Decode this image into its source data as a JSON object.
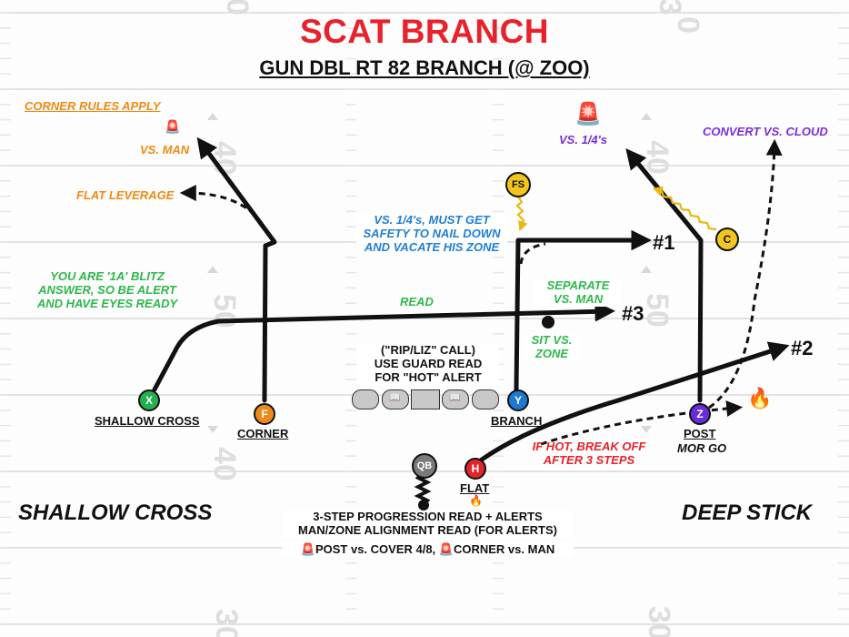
{
  "title": "SCAT BRANCH",
  "subtitle": "GUN DBL RT 82 BRANCH (@ ZOO)",
  "yard_numbers": [
    "0",
    "3",
    "0",
    "40",
    "50",
    "50",
    "40",
    "40",
    "30",
    "30"
  ],
  "alert_icon": "siren-emoji",
  "fire_icon": "fire-emoji",
  "annotations": {
    "corner_rules": "CORNER RULES APPLY",
    "vs_man_left": "VS. MAN",
    "flat_leverage": "FLAT LEVERAGE",
    "blitz_answer": "YOU ARE '1A' BLITZ\nANSWER, SO BE ALERT\nAND HAVE EYES READY",
    "read": "READ",
    "safety_note": "VS. 1/4's, MUST GET\nSAFETY TO NAIL DOWN\nAND VACATE HIS ZONE",
    "vs_quarters": "VS. 1/4's",
    "convert_cloud": "CONVERT VS. CLOUD",
    "separate_man": "SEPARATE\nVS. MAN",
    "sit_zone": "SIT VS.\nZONE",
    "guard_read": "(\"RIP/LIZ\" CALL)\nUSE GUARD READ\nFOR \"HOT\" ALERT",
    "hot_break": "IF HOT, BREAK OFF\nAFTER 3 STEPS",
    "progression": "3-STEP PROGRESSION READ + ALERTS\nMAN/ZONE ALIGNMENT READ (FOR ALERTS)",
    "alerts_line_post": "POST vs. COVER 4/8,",
    "alerts_line_corner": "CORNER vs. MAN"
  },
  "route_numbers": {
    "one": "#1",
    "two": "#2",
    "three": "#3"
  },
  "players": {
    "X": "X",
    "F": "F",
    "Y": "Y",
    "Z": "Z",
    "H": "H",
    "QB": "QB",
    "FS": "FS",
    "C": "C"
  },
  "route_labels": {
    "x": "SHALLOW CROSS",
    "f": "CORNER",
    "y": "BRANCH",
    "z_top": "POST",
    "z_bottom": "MOR GO",
    "h": "FLAT"
  },
  "concepts": {
    "left": "SHALLOW CROSS",
    "right": "DEEP STICK"
  },
  "colors": {
    "title_red": "#e8222b",
    "orange": "#ef8a12",
    "green": "#2db84a",
    "blue": "#1e7fd6",
    "purple": "#7b2fd9",
    "red": "#e8222b",
    "yellow": "#f2c61f",
    "x_green": "#22b14c",
    "f_orange": "#ee8a1c",
    "y_blue": "#1f78d1",
    "z_purple": "#6a2bd8",
    "h_red": "#e0262b",
    "qb_gray": "#7a7a7a"
  }
}
